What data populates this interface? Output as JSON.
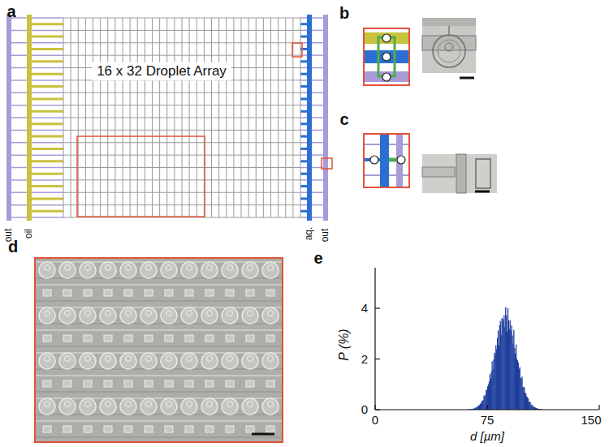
{
  "diagram": {
    "labels": [
      "a",
      "16 x 32 Droplet Array",
      "out",
      "oil",
      "aq.",
      "out",
      "b",
      "c",
      "d",
      "e",
      "P (%)",
      "4",
      "2",
      "0",
      "0",
      "75",
      "150",
      "d [µm]"
    ]
  }
}
